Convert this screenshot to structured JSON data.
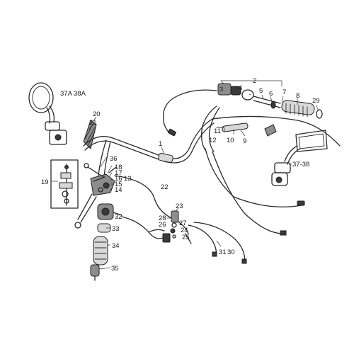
{
  "diagram": {
    "callouts": [
      {
        "id": "c2",
        "text": "2"
      },
      {
        "id": "c3",
        "text": "3"
      },
      {
        "id": "c4",
        "text": "4"
      },
      {
        "id": "c5",
        "text": "5"
      },
      {
        "id": "c6",
        "text": "6"
      },
      {
        "id": "c7",
        "text": "7"
      },
      {
        "id": "c8",
        "text": "8"
      },
      {
        "id": "c29",
        "text": "29"
      },
      {
        "id": "c37a38a",
        "text": "37A 38A"
      },
      {
        "id": "c20",
        "text": "20"
      },
      {
        "id": "c21",
        "text": "21"
      },
      {
        "id": "c1",
        "text": "1"
      },
      {
        "id": "c11",
        "text": "11"
      },
      {
        "id": "c12",
        "text": "12"
      },
      {
        "id": "c10",
        "text": "10"
      },
      {
        "id": "c9",
        "text": "9"
      },
      {
        "id": "c3738",
        "text": "37-38"
      },
      {
        "id": "c36",
        "text": "36"
      },
      {
        "id": "c18",
        "text": "18"
      },
      {
        "id": "c17",
        "text": "17"
      },
      {
        "id": "c16",
        "text": "16"
      },
      {
        "id": "c13",
        "text": "13"
      },
      {
        "id": "c15",
        "text": "15"
      },
      {
        "id": "c14",
        "text": "14"
      },
      {
        "id": "c19",
        "text": "19"
      },
      {
        "id": "c22",
        "text": "22"
      },
      {
        "id": "c23",
        "text": "23"
      },
      {
        "id": "c28",
        "text": "28"
      },
      {
        "id": "c27",
        "text": "27"
      },
      {
        "id": "c26",
        "text": "26"
      },
      {
        "id": "c24",
        "text": "24"
      },
      {
        "id": "c25",
        "text": "25"
      },
      {
        "id": "c32",
        "text": "32"
      },
      {
        "id": "c33",
        "text": "33"
      },
      {
        "id": "c34",
        "text": "34"
      },
      {
        "id": "c35",
        "text": "35"
      },
      {
        "id": "c31",
        "text": "31"
      },
      {
        "id": "c30",
        "text": "30"
      }
    ]
  }
}
